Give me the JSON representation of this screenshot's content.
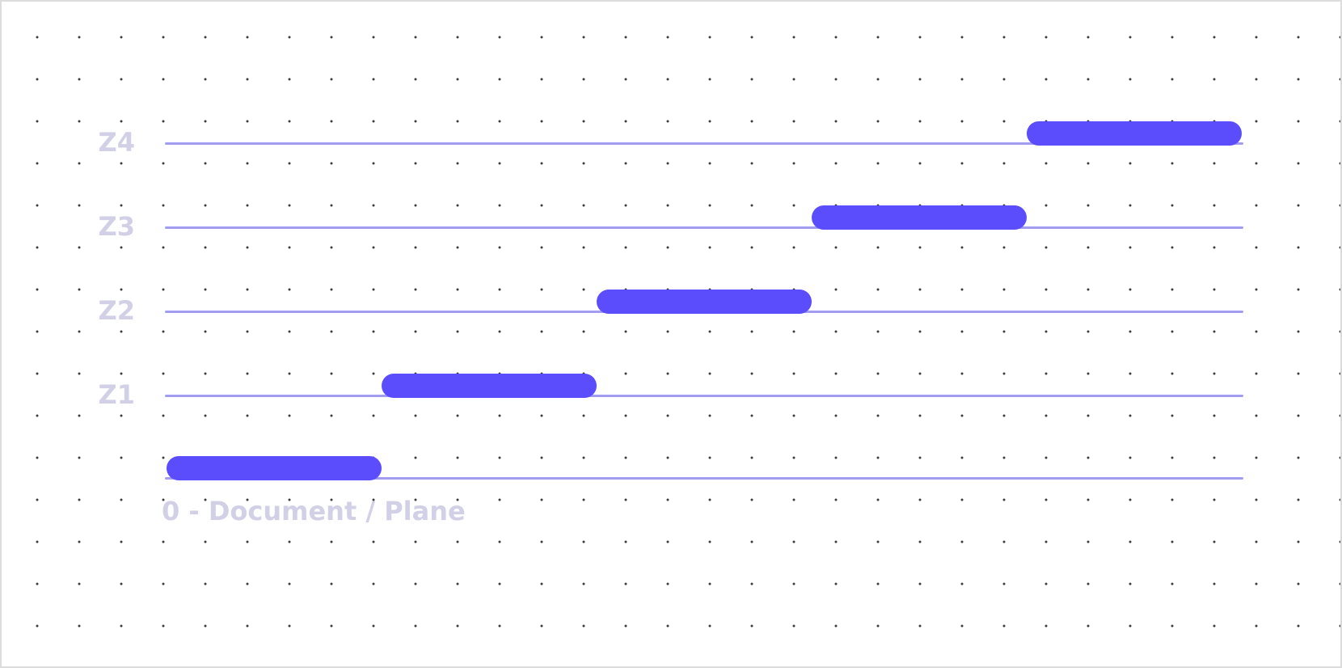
{
  "colors": {
    "bar": "#5b4dfb",
    "line": "#a39df2",
    "label": "#d2d0e6"
  },
  "diagram": {
    "base_label": "0 - Document / Plane",
    "layers": [
      {
        "label": "Z1",
        "level": 1
      },
      {
        "label": "Z2",
        "level": 2
      },
      {
        "label": "Z3",
        "level": 3
      },
      {
        "label": "Z4",
        "level": 4
      }
    ]
  }
}
